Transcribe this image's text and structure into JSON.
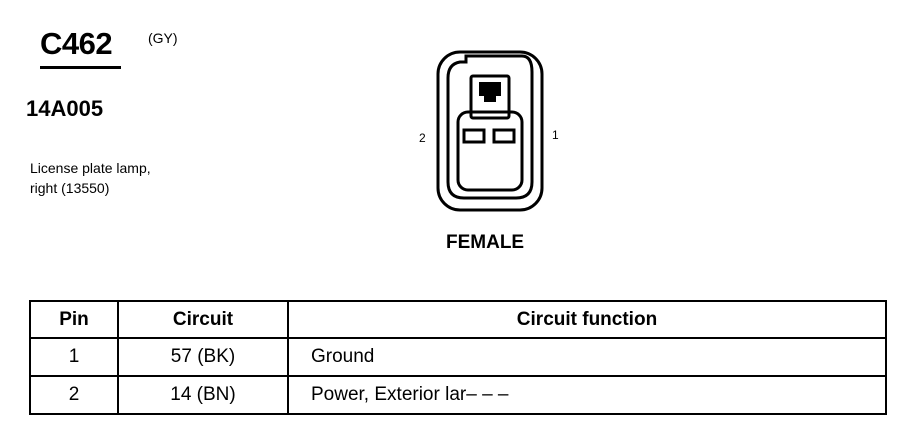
{
  "connector": {
    "id": "C462",
    "color": "(GY)",
    "part_number": "14A005",
    "description_line1": "License plate lamp,",
    "description_line2": "right (13550)",
    "pin_label_left": "2",
    "pin_label_right": "1",
    "gender": "FEMALE"
  },
  "table": {
    "headers": {
      "pin": "Pin",
      "circuit": "Circuit",
      "function": "Circuit function"
    },
    "rows": [
      {
        "pin": "1",
        "circuit": "57 (BK)",
        "function": "Ground"
      },
      {
        "pin": "2",
        "circuit": "14 (BN)",
        "function": "Power, Exterior lar‒ ‒ ‒"
      }
    ]
  }
}
